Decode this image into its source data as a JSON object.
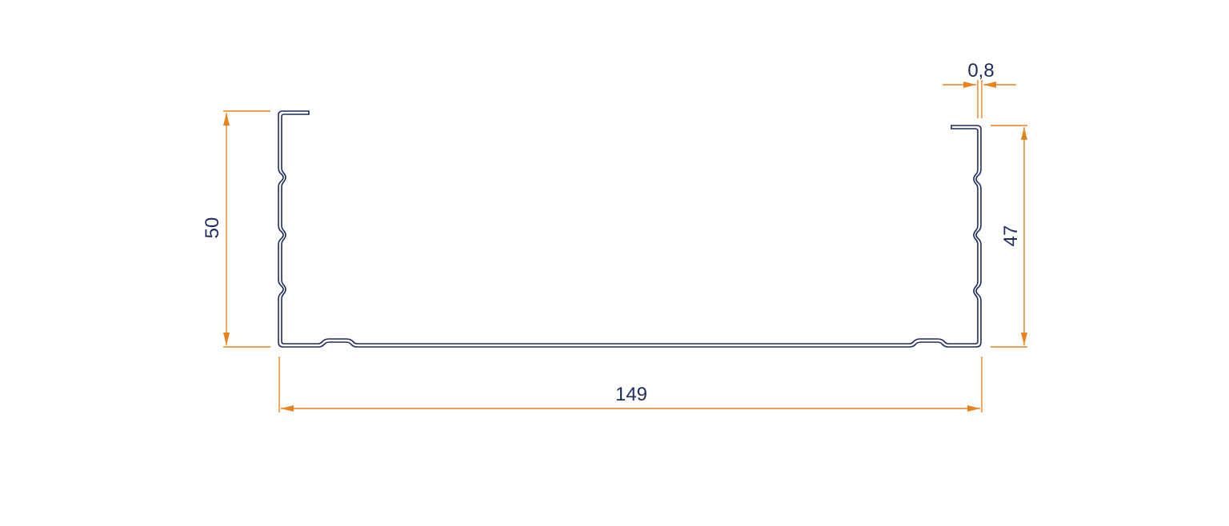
{
  "colors": {
    "profile": "#1f2b5c",
    "dimension": "#e8821e",
    "text": "#1f2b5c",
    "background": "#ffffff"
  },
  "dimensions": {
    "width_label": "149",
    "left_height_label": "50",
    "right_height_label": "47",
    "thickness_label": "0,8"
  }
}
